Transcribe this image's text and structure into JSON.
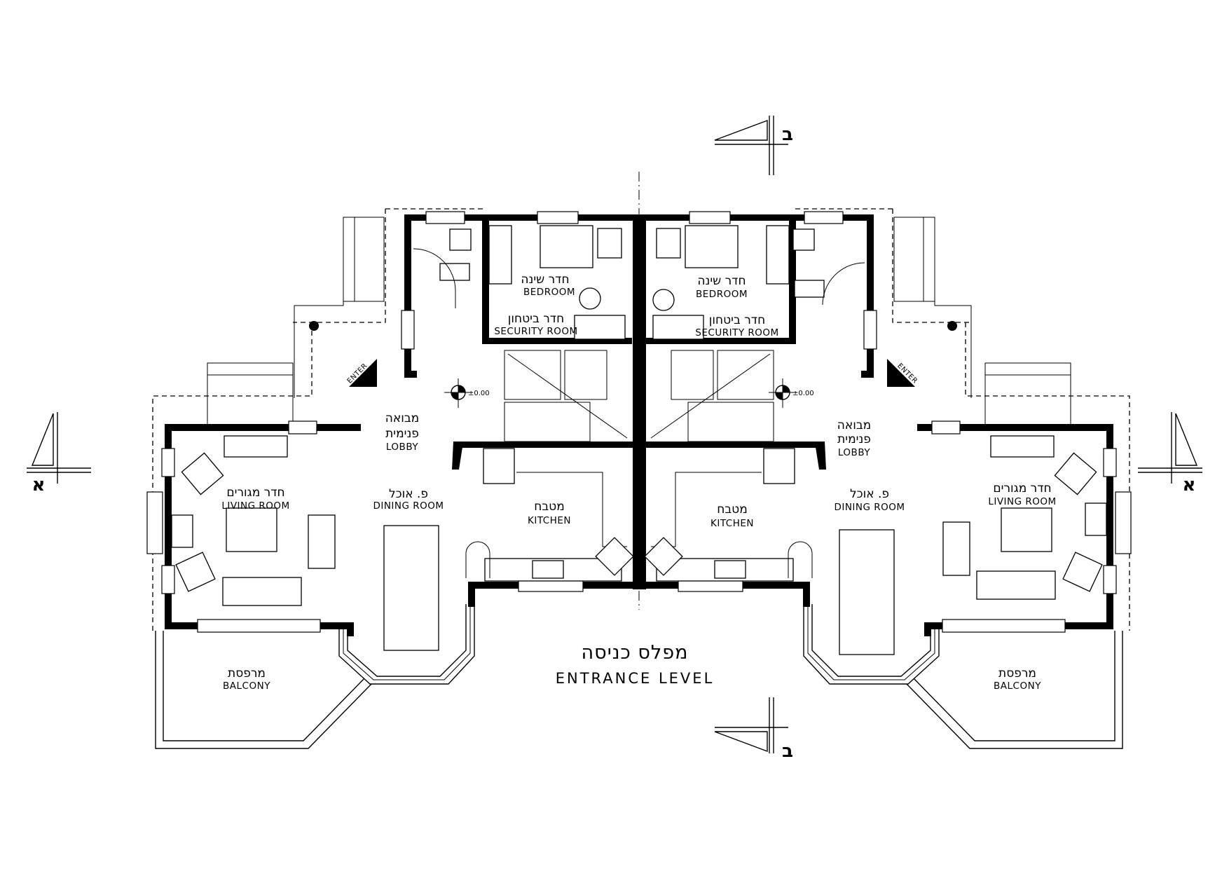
{
  "title": {
    "hebrew": "מפלס כניסה",
    "english": "ENTRANCE LEVEL"
  },
  "section_markers": {
    "a": "א",
    "b": "ב"
  },
  "left_unit": {
    "bedroom": {
      "hebrew": "חדר שינה",
      "english": "BEDROOM"
    },
    "security_room": {
      "hebrew": "חדר ביטחון",
      "english": "SECURITY ROOM"
    },
    "enter": "ENTER",
    "level_mark": "±0.00",
    "lobby": {
      "hebrew_line1": "מבואה",
      "hebrew_line2": "פנימית",
      "english": "LOBBY"
    },
    "living_room": {
      "hebrew": "חדר מגורים",
      "english": "LIVING ROOM"
    },
    "dining_room": {
      "hebrew": "פ. אוכל",
      "english": "DINING ROOM"
    },
    "kitchen": {
      "hebrew": "מטבח",
      "english": "KITCHEN"
    },
    "balcony": {
      "hebrew": "מרפסת",
      "english": "BALCONY"
    }
  },
  "right_unit": {
    "bedroom": {
      "hebrew": "חדר שינה",
      "english": "BEDROOM"
    },
    "security_room": {
      "hebrew": "חדר ביטחון",
      "english": "SECURITY ROOM"
    },
    "enter": "ENTER",
    "level_mark": "±0.00",
    "lobby": {
      "hebrew_line1": "מבואה",
      "hebrew_line2": "פנימית",
      "english": "LOBBY"
    },
    "living_room": {
      "hebrew": "חדר מגורים",
      "english": "LIVING ROOM"
    },
    "dining_room": {
      "hebrew": "פ. אוכל",
      "english": "DINING ROOM"
    },
    "kitchen": {
      "hebrew": "מטבח",
      "english": "KITCHEN"
    },
    "balcony": {
      "hebrew": "מרפסת",
      "english": "BALCONY"
    }
  }
}
